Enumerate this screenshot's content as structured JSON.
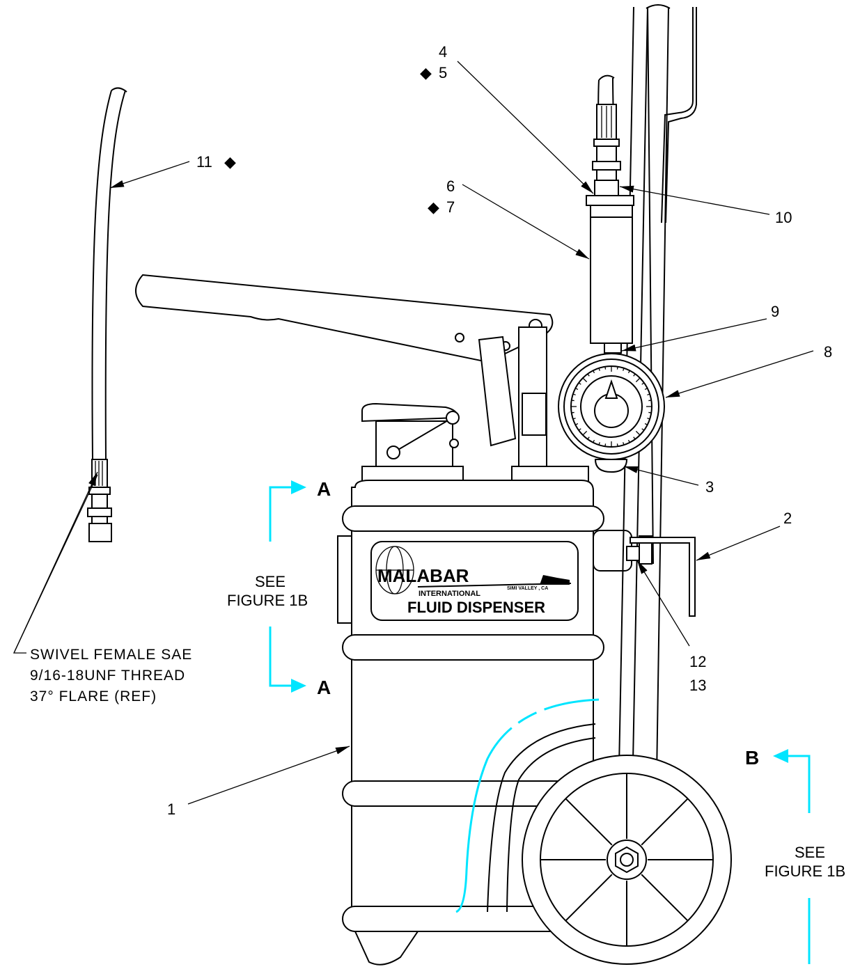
{
  "callouts": {
    "c1": "1",
    "c2": "2",
    "c3": "3",
    "c4": "4",
    "c5": "5",
    "c6": "6",
    "c7": "7",
    "c8": "8",
    "c9": "9",
    "c10": "10",
    "c11": "11",
    "c12": "12",
    "c13": "13"
  },
  "section_marks": {
    "a_top": "A",
    "a_bottom": "A",
    "b": "B"
  },
  "see_figure": {
    "left_line1": "SEE",
    "left_line2": "FIGURE 1B",
    "right_line1": "SEE",
    "right_line2": "FIGURE 1B"
  },
  "swivel_note": {
    "line1": "SWIVEL FEMALE SAE",
    "line2": "9/16-18UNF THREAD",
    "line3": "37° FLARE (REF)"
  },
  "label_plate": {
    "brand": "MALABAR",
    "sub": "INTERNATIONAL",
    "location": "SIMI VALLEY , CA",
    "product": "FLUID DISPENSER"
  },
  "symbols": {
    "diamond": "◆"
  },
  "colors": {
    "section_line": "#00e5ff",
    "ink": "#000000"
  }
}
